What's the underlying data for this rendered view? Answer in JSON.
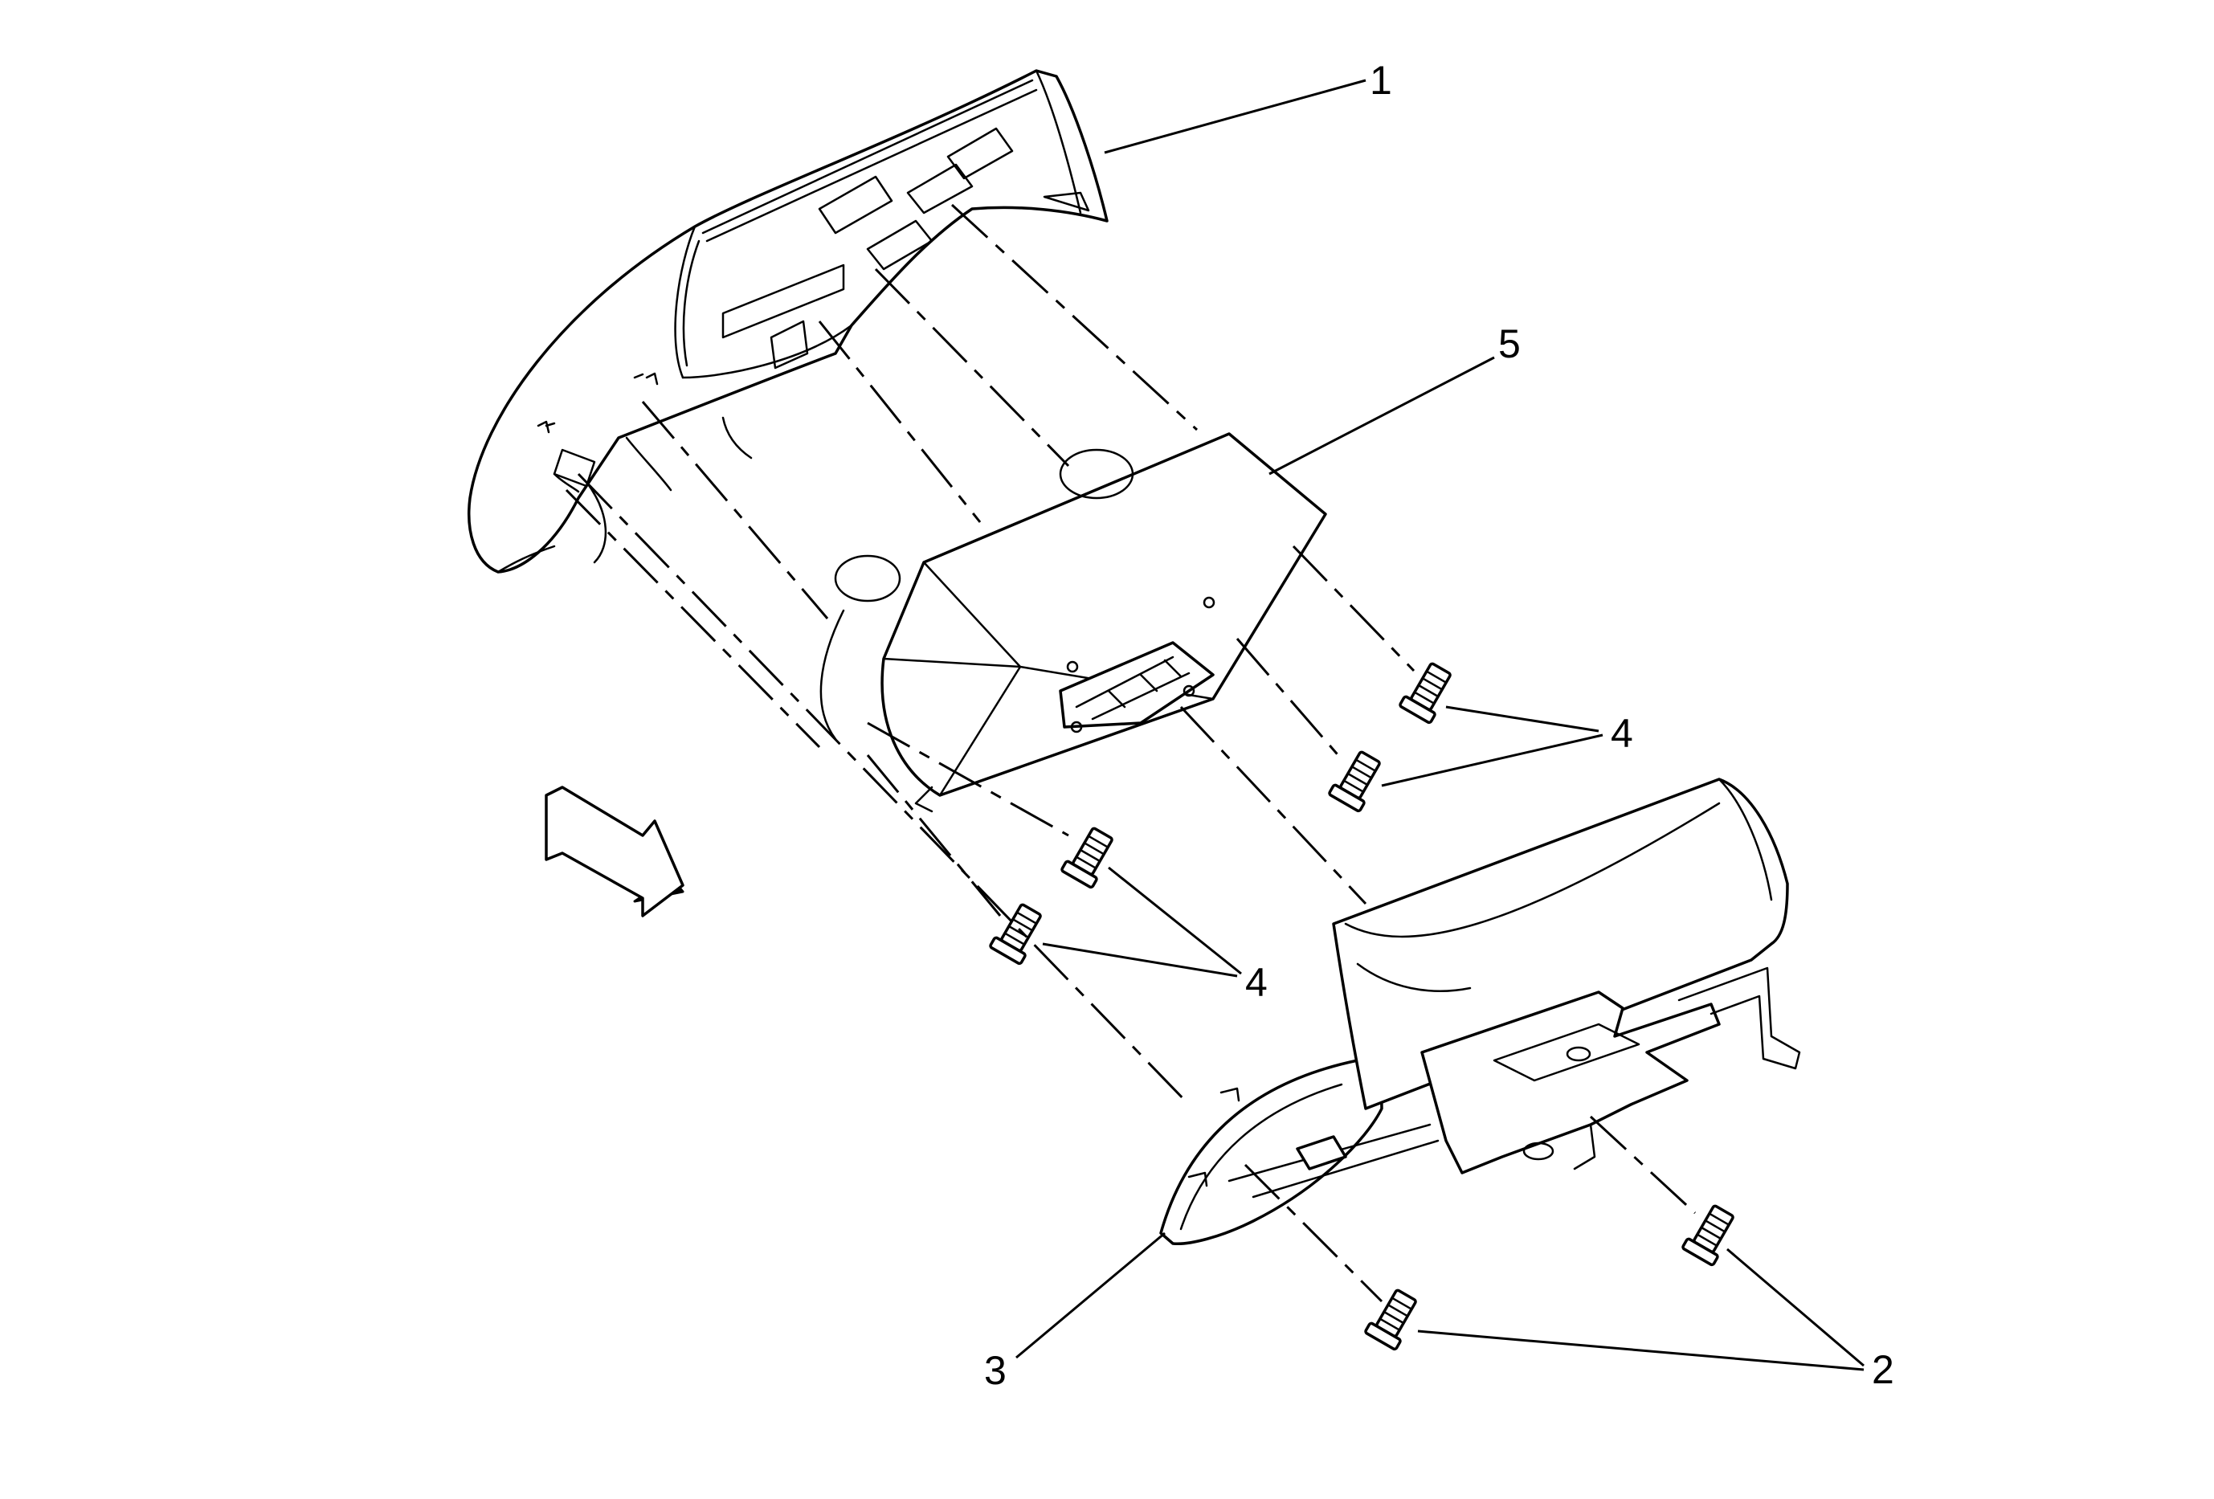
{
  "diagram": {
    "callouts": [
      {
        "id": "c1",
        "text": "1"
      },
      {
        "id": "c2",
        "text": "2"
      },
      {
        "id": "c3",
        "text": "3"
      },
      {
        "id": "c4a",
        "text": "4"
      },
      {
        "id": "c4b",
        "text": "4"
      },
      {
        "id": "c5",
        "text": "5"
      }
    ],
    "colors": {
      "line": "#000000",
      "background": "#ffffff",
      "arrow_shadow": "#000000"
    },
    "icons": {
      "direction_arrow": "front-direction-arrow-icon"
    }
  }
}
